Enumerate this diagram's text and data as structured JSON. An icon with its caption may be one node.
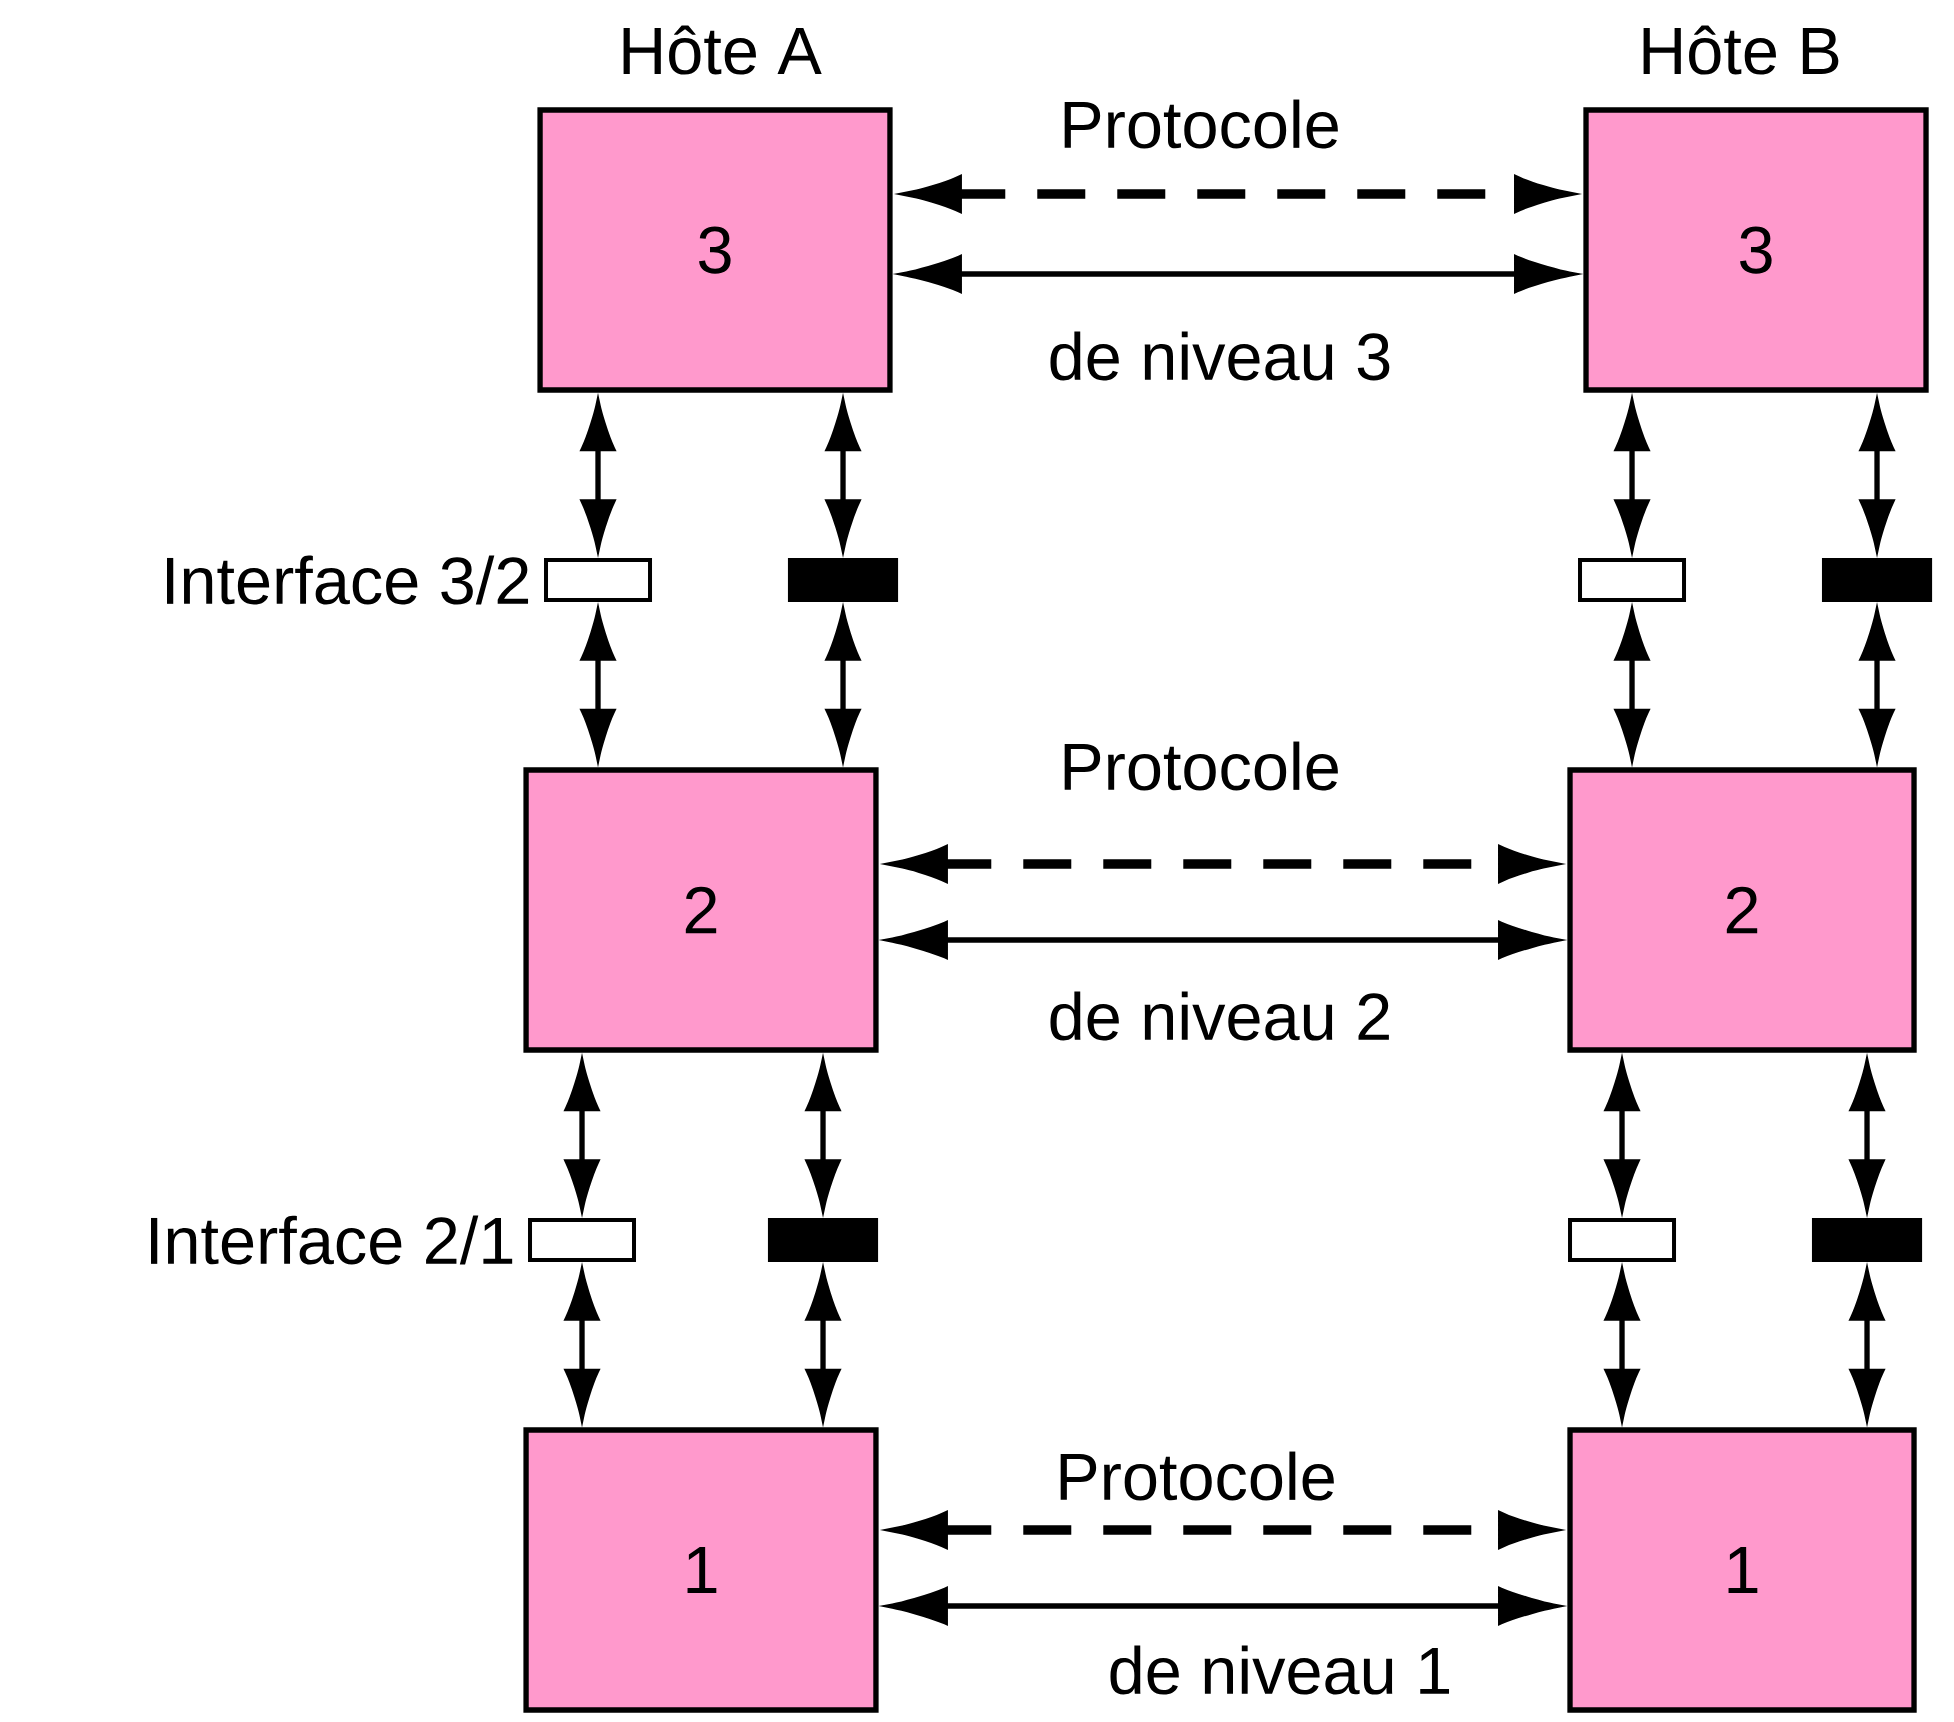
{
  "diagram": {
    "nodes": [
      {
        "text": [
          "3"
        ]
      },
      {
        "text": [
          "3"
        ]
      },
      {
        "text": [],
        "shape": "box",
        "beside": [
          "Interface 3/2"
        ]
      },
      {
        "text": [],
        "shape": "bar"
      },
      {
        "text": [],
        "shape": "box"
      },
      {
        "text": [],
        "shape": "bar"
      },
      {
        "text": [
          "2"
        ]
      },
      {
        "text": [
          "2"
        ]
      },
      {
        "text": [],
        "shape": "box",
        "beside": [
          "Interface 2/1"
        ]
      },
      {
        "text": [],
        "shape": "bar"
      },
      {
        "text": [],
        "shape": "box"
      },
      {
        "text": [],
        "shape": "bar"
      },
      {
        "text": [
          "1"
        ]
      },
      {
        "text": [
          "1"
        ]
      }
    ],
    "edges": [
      {
        "from": 0,
        "to": 1,
        "arrow": "both",
        "style": "dashed",
        "label": "Protocole"
      },
      {
        "from": 0,
        "to": 1,
        "arrow": "both",
        "label": "de niveau 3"
      },
      {
        "from": 0,
        "to": 2,
        "arrow": "both"
      },
      {
        "from": 2,
        "to": 6,
        "arrow": "both"
      },
      {
        "from": 0,
        "to": 3,
        "arrow": "both"
      },
      {
        "from": 3,
        "to": 6,
        "arrow": "both"
      },
      {
        "from": 1,
        "to": 4,
        "arrow": "both"
      },
      {
        "from": 4,
        "to": 7,
        "arrow": "both"
      },
      {
        "from": 1,
        "to": 5,
        "arrow": "both"
      },
      {
        "from": 5,
        "to": 7,
        "arrow": "both"
      },
      {
        "from": 6,
        "to": 7,
        "arrow": "both",
        "style": "dashed",
        "label": "Protocole"
      },
      {
        "from": 6,
        "to": 7,
        "arrow": "both",
        "label": "de niveau 2"
      },
      {
        "from": 6,
        "to": 8,
        "arrow": "both"
      },
      {
        "from": 8,
        "to": 12,
        "arrow": "both"
      },
      {
        "from": 6,
        "to": 9,
        "arrow": "both"
      },
      {
        "from": 9,
        "to": 12,
        "arrow": "both"
      },
      {
        "from": 7,
        "to": 10,
        "arrow": "both"
      },
      {
        "from": 10,
        "to": 13,
        "arrow": "both"
      },
      {
        "from": 7,
        "to": 11,
        "arrow": "both"
      },
      {
        "from": 11,
        "to": 13,
        "arrow": "both"
      },
      {
        "from": 12,
        "to": 13,
        "arrow": "both",
        "style": "dashed",
        "label": "Protocole"
      },
      {
        "from": 12,
        "to": 13,
        "arrow": "both",
        "label": "de niveau 1"
      }
    ],
    "labels": [
      "Hôte A",
      "Hôte B"
    ]
  }
}
